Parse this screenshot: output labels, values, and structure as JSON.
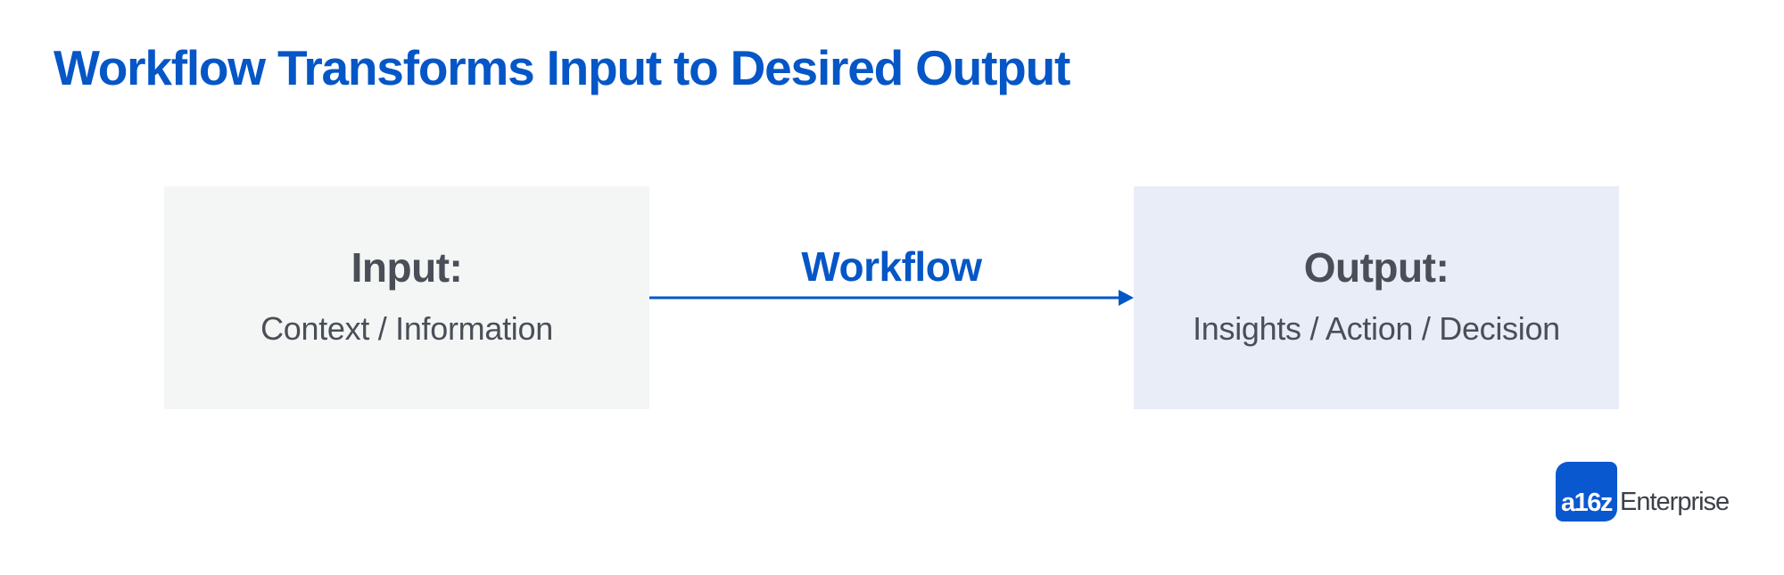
{
  "title": "Workflow Transforms Input to Desired Output",
  "input_box": {
    "heading": "Input:",
    "subtitle": "Context / Information"
  },
  "connector": {
    "label": "Workflow",
    "direction": "right",
    "icon": "arrow-right-icon"
  },
  "output_box": {
    "heading": "Output:",
    "subtitle": "Insights / Action / Decision"
  },
  "logo": {
    "mark": "a16z",
    "wordmark": "Enterprise"
  },
  "colors": {
    "accent": "#0556c6",
    "text": "#4a4f57",
    "input_bg": "#f4f6f6",
    "output_bg": "#e8edf7",
    "logo_blue": "#0a58d0"
  }
}
